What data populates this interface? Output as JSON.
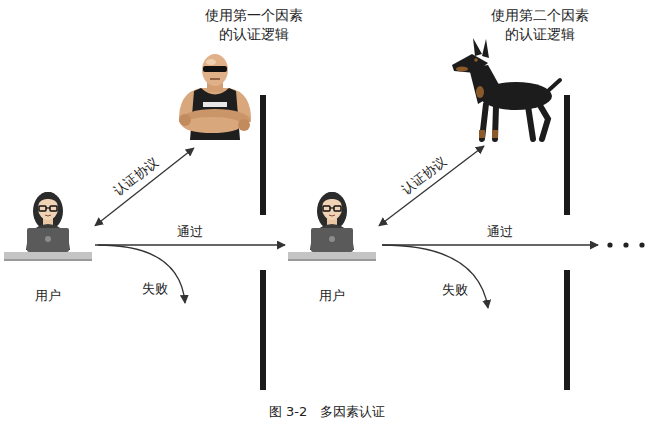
{
  "diagram": {
    "caption": "图 3-2　多因素认证",
    "nodes": [
      {
        "text": [
          "用户"
        ]
      },
      {
        "text": [
          "使用第一个因素 的认证逻辑"
        ]
      },
      {
        "text": [
          "用户"
        ]
      },
      {
        "text": [
          "使用第二个因素 的认证逻辑"
        ]
      }
    ],
    "edges": [
      {
        "from": 0,
        "to": 1,
        "label": "认证协议",
        "arrow": "both"
      },
      {
        "from": 0,
        "to": 2,
        "label": "通过",
        "arrow": "to"
      },
      {
        "from": 2,
        "to": 3,
        "label": "认证协议",
        "arrow": "both"
      }
    ],
    "labels": [
      "失败",
      "通过",
      "失败"
    ]
  }
}
